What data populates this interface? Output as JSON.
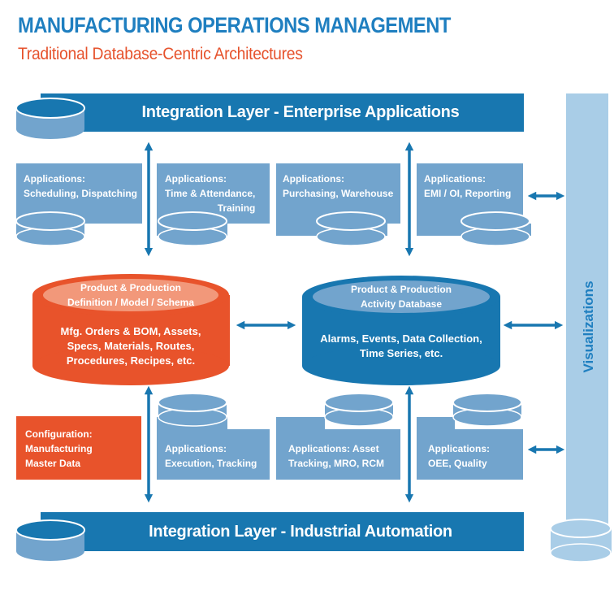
{
  "header": {
    "title": "MANUFACTURING OPERATIONS MANAGEMENT",
    "subtitle": "Traditional Database-Centric Architectures"
  },
  "integration_layers": {
    "top_label": "Integration Layer - Enterprise Applications",
    "bottom_label": "Integration Layer - Industrial Automation"
  },
  "top_applications": [
    {
      "line1": "Applications:",
      "line2": "Scheduling, Dispatching"
    },
    {
      "line1": "Applications:",
      "line2": "Time & Attendance,",
      "line3": "Training"
    },
    {
      "line1": "Applications:",
      "line2": "Purchasing, Warehouse"
    },
    {
      "line1": "Applications:",
      "line2": "EMI / OI, Reporting"
    }
  ],
  "definition_db": {
    "top_line1": "Product & Production",
    "top_line2": "Definition / Model / Schema",
    "body": [
      "Mfg. Orders & BOM, Assets,",
      "Specs, Materials, Routes,",
      "Procedures, Recipes, etc."
    ]
  },
  "activity_db": {
    "top_line1": "Product & Production",
    "top_line2": "Activity Database",
    "body": [
      "Alarms, Events, Data Collection,",
      "Time Series, etc."
    ]
  },
  "configuration": {
    "line1": "Configuration:",
    "line2": "Manufacturing",
    "line3": "Master Data"
  },
  "bottom_applications": [
    {
      "line1": "Applications:",
      "line2": "Execution, Tracking"
    },
    {
      "line1": "Applications: Asset",
      "line2": "Tracking, MRO, RCM"
    },
    {
      "line1": "Applications:",
      "line2": "OEE, Quality"
    }
  ],
  "visualizations_label": "Visualizations",
  "colors": {
    "dark_blue": "#1877b0",
    "medium_blue": "#72a4cd",
    "light_blue": "#a9cde7",
    "orange": "#e8532b",
    "title_blue": "#1f7fc0"
  }
}
